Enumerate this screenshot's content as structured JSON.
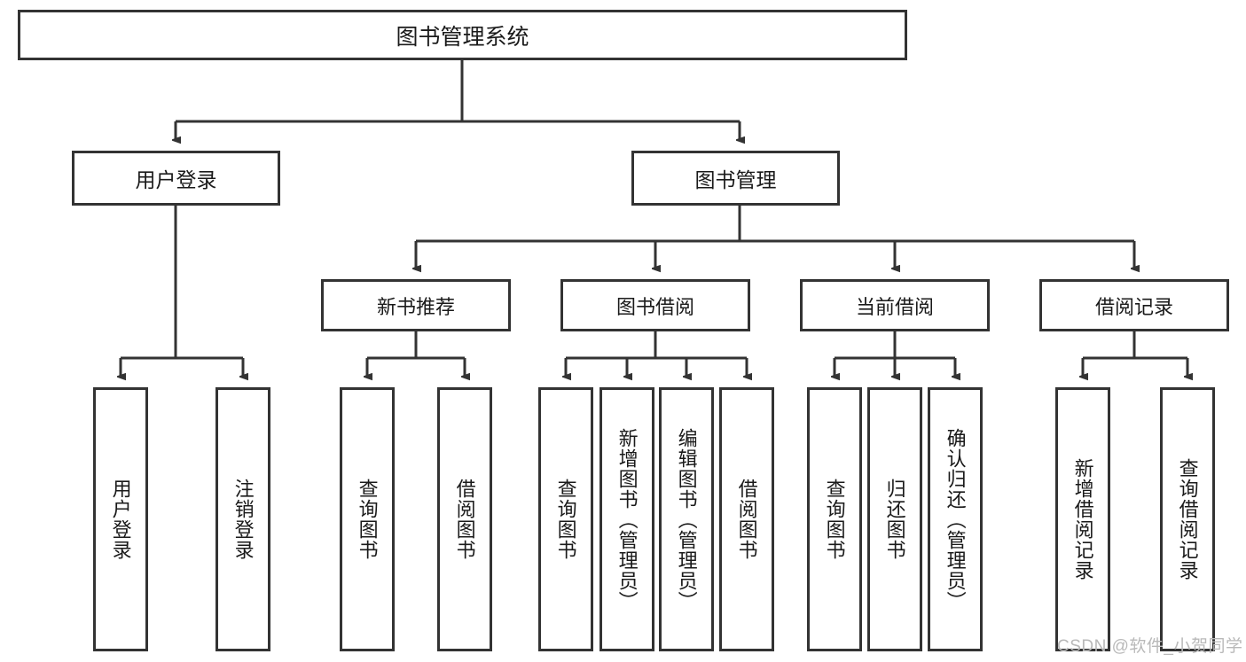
{
  "diagram": {
    "title": "图书管理系统",
    "type": "hierarchy-tree",
    "root": {
      "label": "图书管理系统"
    },
    "level2": [
      {
        "label": "用户登录"
      },
      {
        "label": "图书管理"
      }
    ],
    "level3": [
      {
        "label": "新书推荐"
      },
      {
        "label": "图书借阅"
      },
      {
        "label": "当前借阅"
      },
      {
        "label": "借阅记录"
      }
    ],
    "leaves": {
      "user_login": [
        {
          "label": "用户登录"
        },
        {
          "label": "注销登录"
        }
      ],
      "new_book_recommend": [
        {
          "label": "查询图书"
        },
        {
          "label": "借阅图书"
        }
      ],
      "book_borrow": [
        {
          "label": "查询图书"
        },
        {
          "label": "新增图书（管理员）"
        },
        {
          "label": "编辑图书（管理员）"
        },
        {
          "label": "借阅图书"
        }
      ],
      "current_borrow": [
        {
          "label": "查询图书"
        },
        {
          "label": "归还图书"
        },
        {
          "label": "确认归还（管理员）"
        }
      ],
      "borrow_record": [
        {
          "label": "新增借阅记录"
        },
        {
          "label": "查询借阅记录"
        }
      ]
    }
  },
  "watermark": {
    "text": "CSDN @软件_小贺同学"
  },
  "colors": {
    "stroke": "#333333",
    "background": "#ffffff",
    "text": "#1a1a1a",
    "watermark": "#b9b9b9"
  }
}
